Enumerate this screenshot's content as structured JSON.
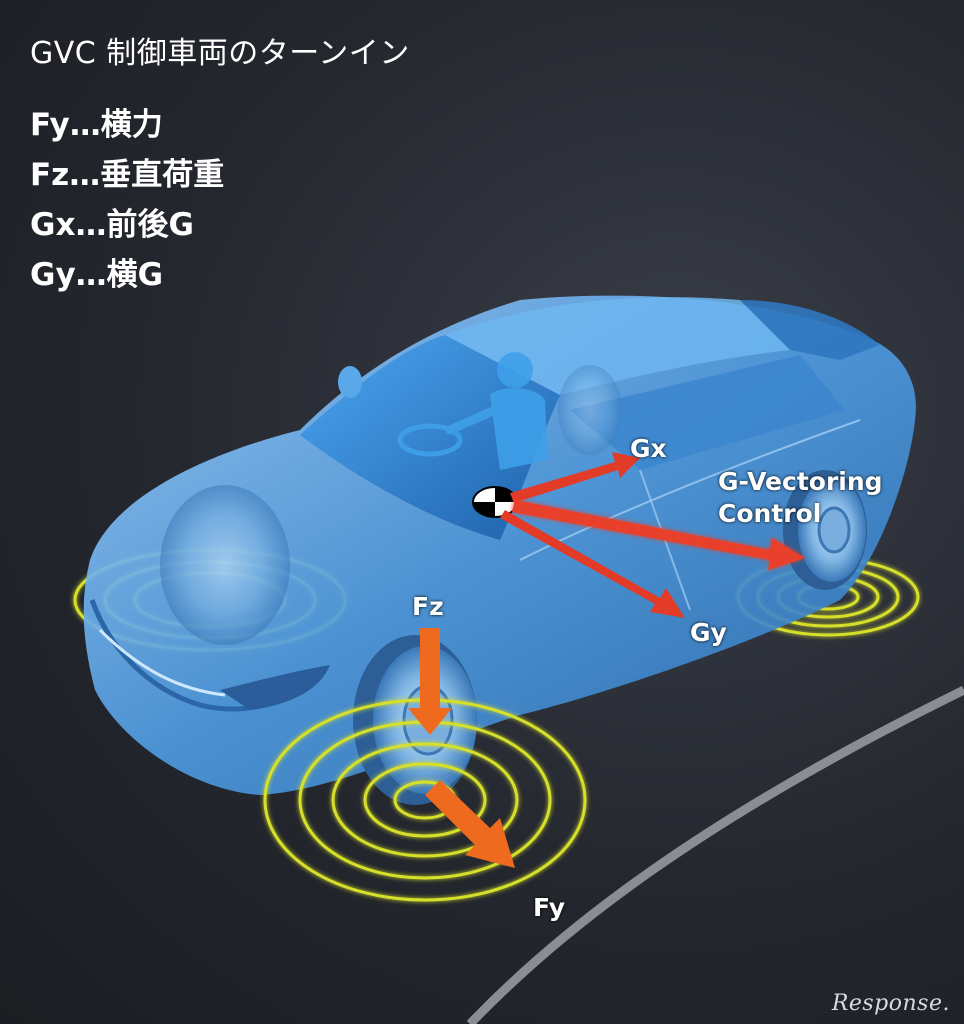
{
  "title": "GVC 制御車両のターンイン",
  "legend": [
    "Fy…横力",
    "Fz…垂直荷重",
    "Gx…前後G",
    "Gy…横G"
  ],
  "labels": {
    "gx": "Gx",
    "gy": "Gy",
    "fz": "Fz",
    "fy": "Fy",
    "gvc_line1": "G-Vectoring",
    "gvc_line2": "Control"
  },
  "watermark": "Response.",
  "colors": {
    "background": "#24272e",
    "car_body": "#5fa8e8",
    "force_arrow_red": "#e23b28",
    "force_arrow_orange": "#ee6a1e",
    "ripple_yellow": "#d6e02a",
    "road_line": "#8a8d92"
  }
}
